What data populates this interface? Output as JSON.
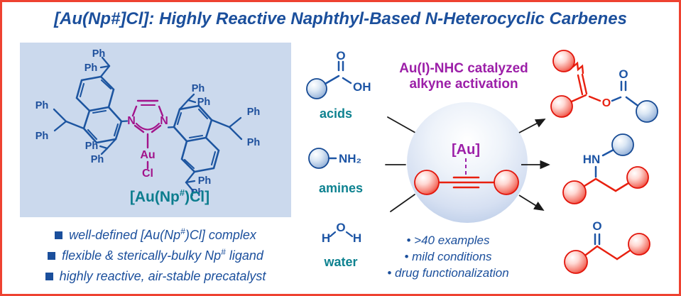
{
  "title": "[Au(Np#]Cl]: Highly Reactive Naphthyl-Based N-Heterocyclic Carbenes",
  "colors": {
    "border_red": "#ee4231",
    "dark_blue": "#1b4f9c",
    "structure_blue": "#1d55a5",
    "imidazole_magenta": "#a2138b",
    "purple": "#9c1fa8",
    "teal": "#0e8290",
    "red": "#e8200f",
    "panel_blue": "#cbd9ed"
  },
  "left_panel": {
    "caption": {
      "pre": "[Au(Np",
      "sup": "#",
      "post": ")Cl]"
    },
    "atom_labels": {
      "ph": "Ph",
      "n": "N",
      "au": "Au",
      "cl": "Cl"
    }
  },
  "features": [
    {
      "pre": "well-defined [Au(Np",
      "sup": "#",
      "post": ")Cl] complex"
    },
    {
      "pre": "flexible & sterically-bulky Np",
      "sup": "#",
      "post": " ligand"
    },
    {
      "pre": "highly reactive, air-stable precatalyst",
      "sup": "",
      "post": ""
    }
  ],
  "reaction": {
    "header_line1": "Au(I)-NHC catalyzed",
    "header_line2": "alkyne activation",
    "catalyst_label": "[Au]",
    "substrates": [
      {
        "name": "acids"
      },
      {
        "name": "amines"
      },
      {
        "name": "water"
      }
    ],
    "atoms": {
      "o": "O",
      "oh": "OH",
      "nh2": "NH₂",
      "h": "H",
      "hn": "HN"
    },
    "bullets": [
      "• >40 examples",
      "• mild conditions",
      "• drug functionalization"
    ]
  }
}
